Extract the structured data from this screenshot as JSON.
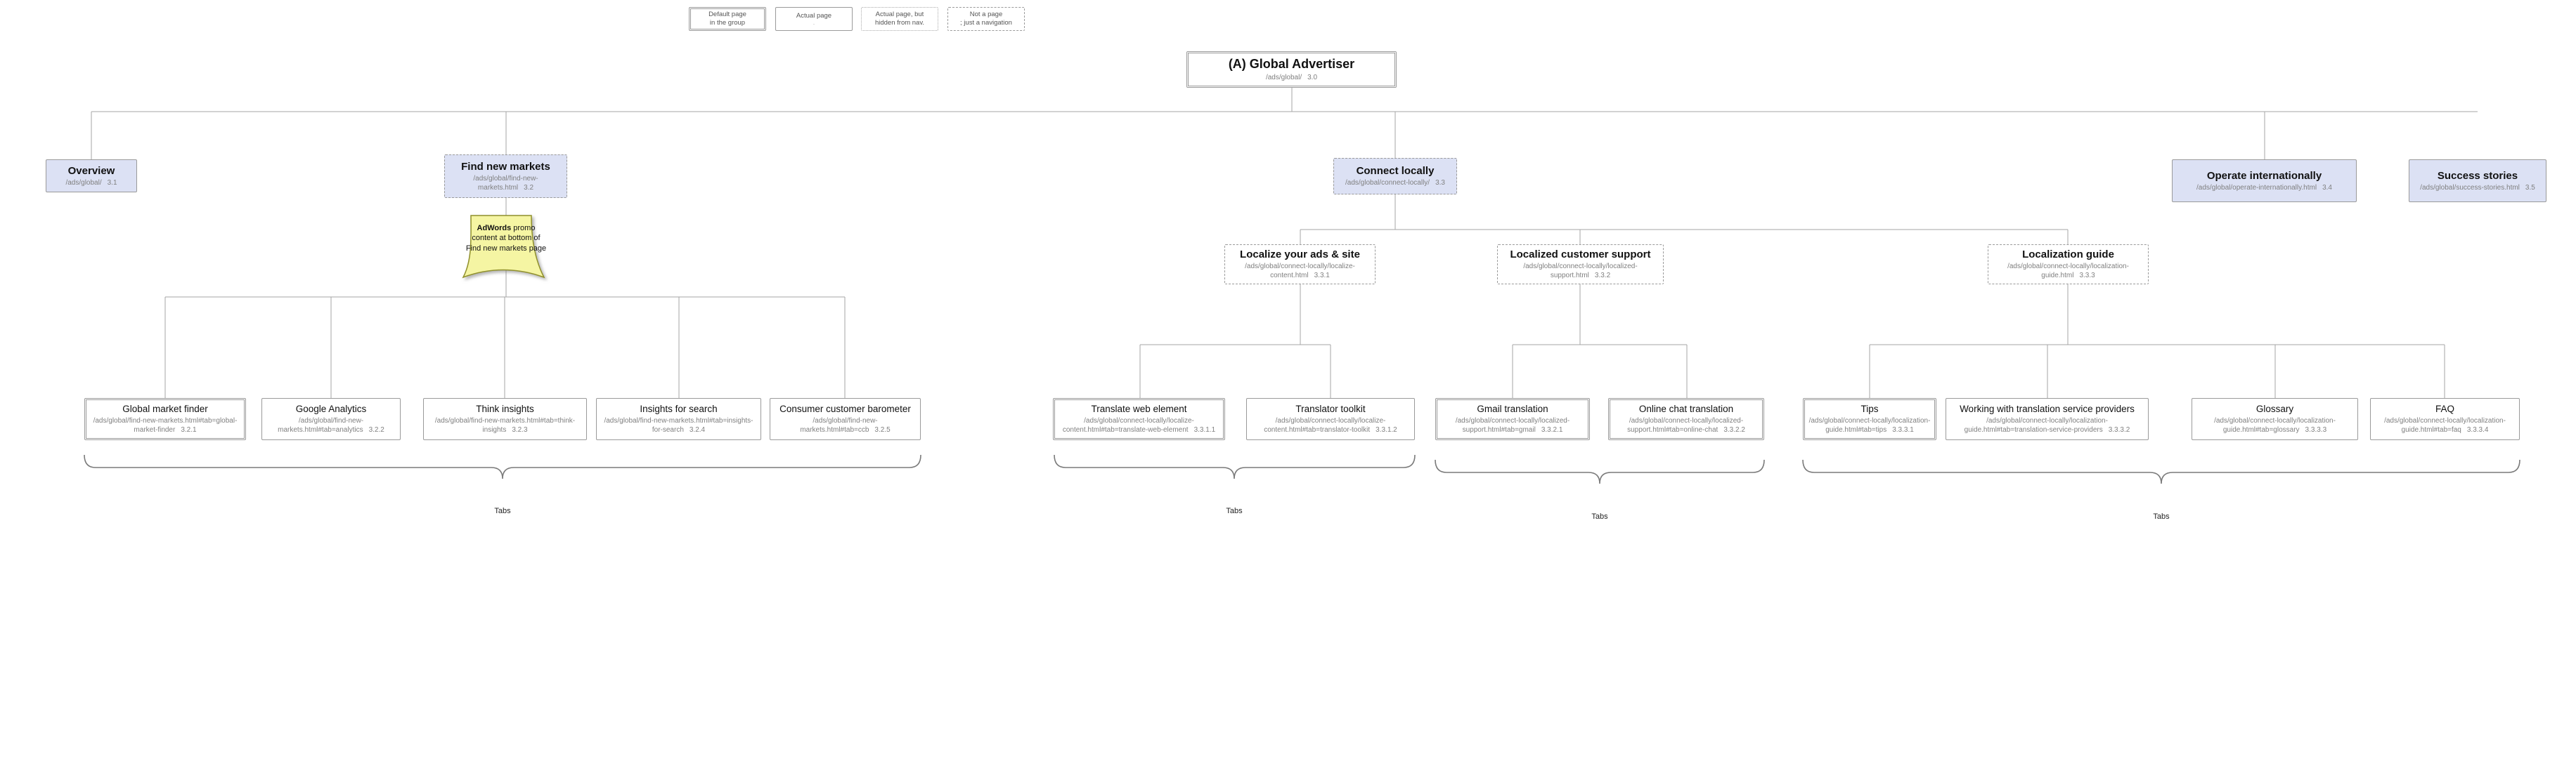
{
  "legend": {
    "items": [
      {
        "label": "Default page\nin the group",
        "style": "double"
      },
      {
        "label": "Actual page",
        "sub": ".",
        "style": "solid"
      },
      {
        "label": "Actual page, but\nhidden from nav.",
        "style": "dotted"
      },
      {
        "label": "Not a page\n; just a navigation",
        "style": "dashed"
      }
    ]
  },
  "nodes": {
    "root": {
      "title": "(A) Global Advertiser",
      "url": "/ads/global/",
      "num": "3.0"
    },
    "overview": {
      "title": "Overview",
      "url": "/ads/global/",
      "num": "3.1"
    },
    "find_new_markets": {
      "title": "Find new markets",
      "url": "/ads/global/find-new-markets.html",
      "num": "3.2"
    },
    "connect_locally": {
      "title": "Connect locally",
      "url": "/ads/global/connect-locally/",
      "num": "3.3"
    },
    "operate_internationally": {
      "title": "Operate internationally",
      "url": "/ads/global/operate-internationally.html",
      "num": "3.4"
    },
    "success_stories": {
      "title": "Success stories",
      "url": "/ads/global/success-stories.html",
      "num": "3.5"
    },
    "localize_ads_site": {
      "title": "Localize your ads & site",
      "url": "/ads/global/connect-locally/localize-content.html",
      "num": "3.3.1"
    },
    "localized_customer_support": {
      "title": "Localized customer support",
      "url": "/ads/global/connect-locally/localized-support.html",
      "num": "3.3.2"
    },
    "localization_guide": {
      "title": "Localization guide",
      "url": "/ads/global/connect-locally/localization-guide.html",
      "num": "3.3.3"
    },
    "global_market_finder": {
      "title": "Global market finder",
      "url": "/ads/global/find-new-markets.html#tab=global-market-finder",
      "num": "3.2.1"
    },
    "google_analytics": {
      "title": "Google Analytics",
      "url": "/ads/global/find-new-markets.html#tab=analytics",
      "num": "3.2.2"
    },
    "think_insights": {
      "title": "Think insights",
      "url": "/ads/global/find-new-markets.html#tab=think-insights",
      "num": "3.2.3"
    },
    "insights_for_search": {
      "title": "Insights for search",
      "url": "/ads/global/find-new-markets.html#tab=insights-for-search",
      "num": "3.2.4"
    },
    "consumer_customer_barometer": {
      "title": "Consumer customer barometer",
      "url": "/ads/global/find-new-markets.html#tab=ccb",
      "num": "3.2.5"
    },
    "translate_web_element": {
      "title": "Translate web element",
      "url": "/ads/global/connect-locally/localize-content.html#tab=translate-web-element",
      "num": "3.3.1.1"
    },
    "translator_toolkit": {
      "title": "Translator toolkit",
      "url": "/ads/global/connect-locally/localize-content.html#tab=translator-toolkit",
      "num": "3.3.1.2"
    },
    "gmail_translation": {
      "title": "Gmail translation",
      "url": "/ads/global/connect-locally/localized-support.html#tab=gmail",
      "num": "3.3.2.1"
    },
    "online_chat_translation": {
      "title": "Online chat translation",
      "url": "/ads/global/connect-locally/localized-support.html#tab=online-chat",
      "num": "3.3.2.2"
    },
    "tips": {
      "title": "Tips",
      "url": "/ads/global/connect-locally/localization-guide.html#tab=tips",
      "num": "3.3.3.1"
    },
    "working_with_tsp": {
      "title": "Working with translation service providers",
      "url": "/ads/global/connect-locally/localization-guide.html#tab=translation-service-providers",
      "num": "3.3.3.2"
    },
    "glossary": {
      "title": "Glossary",
      "url": "/ads/global/connect-locally/localization-guide.html#tab=glossary",
      "num": "3.3.3.3"
    },
    "faq": {
      "title": "FAQ",
      "url": "/ads/global/connect-locally/localization-guide.html#tab=faq",
      "num": "3.3.3.4"
    }
  },
  "note": {
    "bold": "AdWords",
    "rest": " promo content at bottom of Find new markets page"
  },
  "tab_groups": [
    {
      "label": "Tabs"
    },
    {
      "label": "Tabs"
    },
    {
      "label": "Tabs"
    },
    {
      "label": "Tabs"
    }
  ],
  "colors": {
    "page_fill": "#dce1f4",
    "node_border": "#9a9a9a",
    "subtitle_text": "#7f7f7f",
    "connector_line": "#a6a6a6",
    "note_fill": "#f5f5a3",
    "note_border": "#90902c"
  }
}
